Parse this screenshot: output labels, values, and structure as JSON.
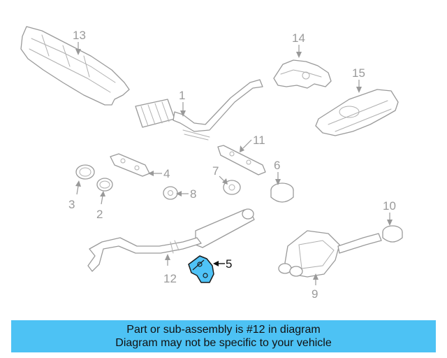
{
  "callouts": [
    {
      "id": "13",
      "label": "13"
    },
    {
      "id": "14",
      "label": "14"
    },
    {
      "id": "15",
      "label": "15"
    },
    {
      "id": "1",
      "label": "1"
    },
    {
      "id": "11",
      "label": "11"
    },
    {
      "id": "4",
      "label": "4"
    },
    {
      "id": "7",
      "label": "7"
    },
    {
      "id": "6",
      "label": "6"
    },
    {
      "id": "8",
      "label": "8"
    },
    {
      "id": "3",
      "label": "3"
    },
    {
      "id": "2",
      "label": "2"
    },
    {
      "id": "10",
      "label": "10"
    },
    {
      "id": "12",
      "label": "12"
    },
    {
      "id": "5",
      "label": "5"
    },
    {
      "id": "9",
      "label": "9"
    }
  ],
  "highlighted_part": "12",
  "banner": {
    "line1": "Part or sub-assembly is #12 in diagram",
    "line2": "Diagram may not be specific to your vehicle"
  },
  "colors": {
    "banner_background": "#4dc2f4",
    "highlight_fill": "#4fc3f7",
    "line_art": "#9a9a9a"
  }
}
